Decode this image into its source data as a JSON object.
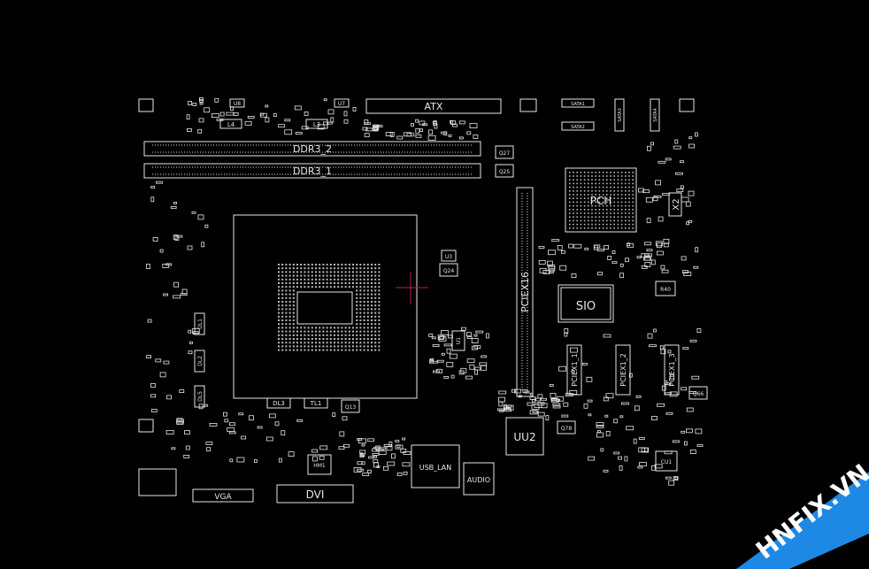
{
  "colors": {
    "background": "#000000",
    "outline": "#e6e6e6",
    "marker": "#c2185b",
    "watermark_band": "#1e88e5",
    "watermark_accent": "#e53935"
  },
  "slots": {
    "atx": "ATX",
    "ddr2": "DDR3_2",
    "ddr1": "DDR3_1",
    "pcie16": "PCIEX16",
    "pciex1_1": "PCIEX1_1",
    "pciex1_2": "PCIEX1_2",
    "pciex1_3": "PCIEX1_3"
  },
  "chips": {
    "sio": "SIO",
    "pch": "PCH",
    "uu2": "UU2",
    "x2": "X2"
  },
  "connectors": {
    "vga": "VGA",
    "dvi": "DVI",
    "audio": "AUDIO",
    "usb_lan": "USB_LAN",
    "hm1": "HM1",
    "cu1": "CU1"
  },
  "labels": {
    "l4": "L4",
    "l3": "L3",
    "u8": "U8",
    "u7": "U7",
    "u3": "U3",
    "u1": "U1",
    "dl3": "DL3",
    "tl1": "TL1",
    "dl1": "DL1",
    "dl2": "DL2",
    "dl5": "DL5",
    "q27": "Q27",
    "q25": "Q25",
    "q24": "Q24",
    "q13": "Q13",
    "q78": "Q78",
    "q66": "Q66",
    "r40": "R40",
    "sata1": "SATA1",
    "sata2": "SATA2",
    "sata3": "SATA3",
    "sata4": "SATA4"
  },
  "watermark": {
    "text": "HNFIX.VN"
  }
}
